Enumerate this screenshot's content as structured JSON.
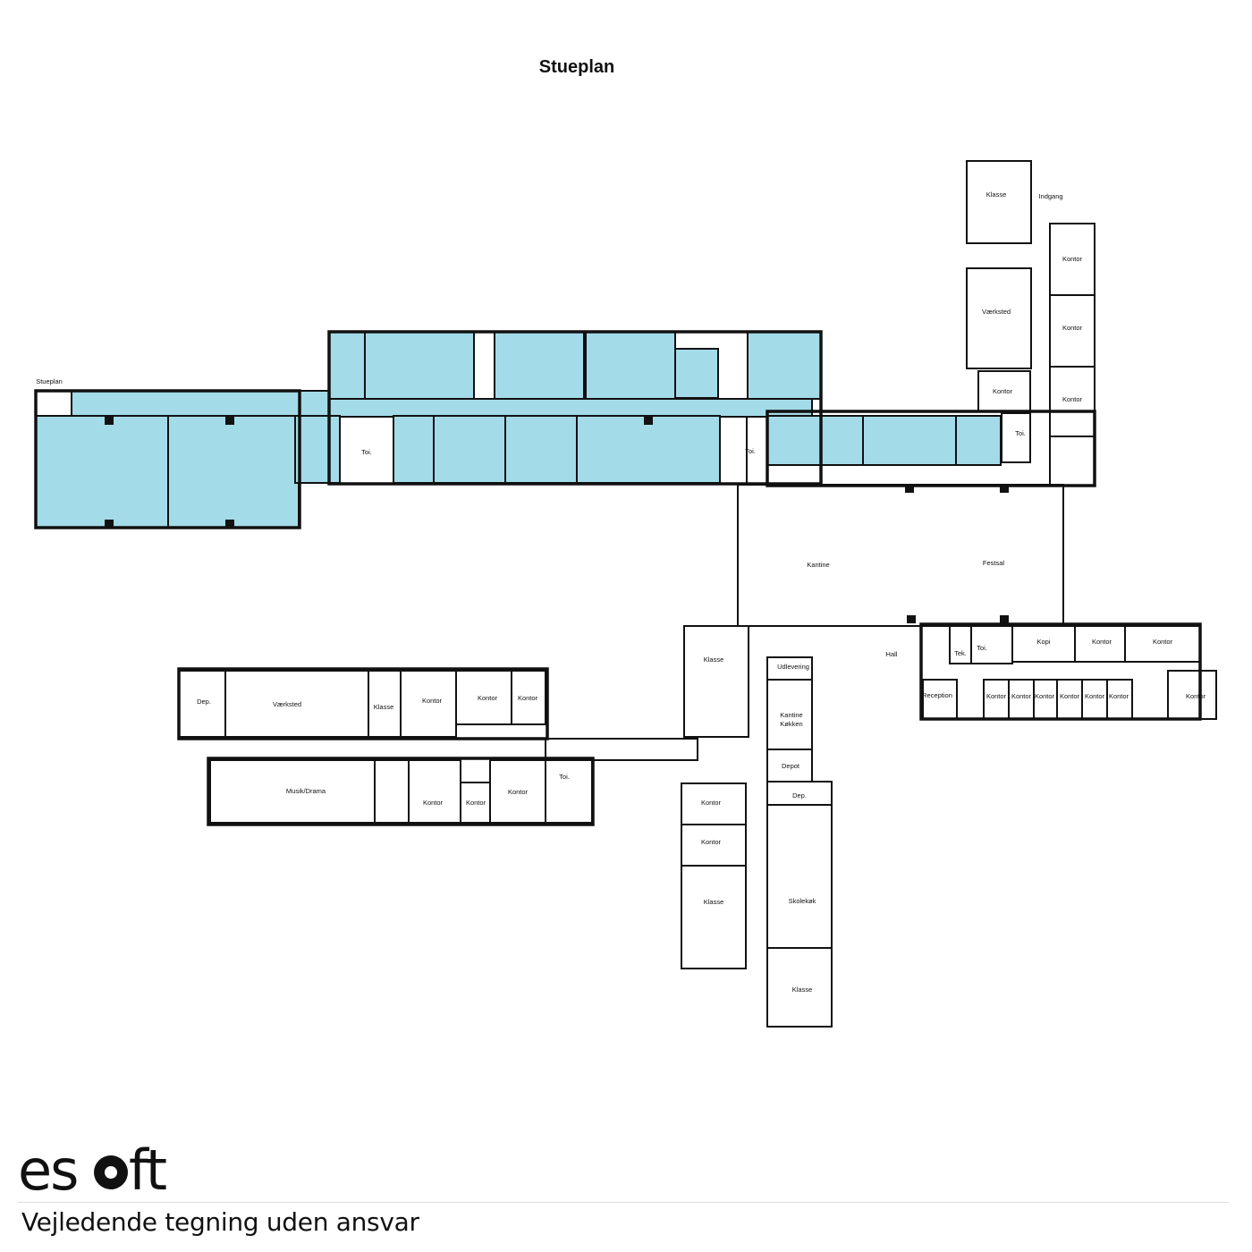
{
  "title": "Stueplan",
  "floor_label": "Stueplan",
  "colors": {
    "highlight": "#a4dbe8",
    "wall": "#111111"
  },
  "rooms": [
    "Klasse",
    "Indgang",
    "Kontor",
    "Værksted",
    "Kontor",
    "Kontor",
    "Kontor",
    "Toi.",
    "Toi.",
    "Toi.",
    "Kantine",
    "Festsal",
    "Hall",
    "Klasse",
    "Udlevering",
    "Tek.",
    "Toi.",
    "Kopi",
    "Kontor",
    "Kontor",
    "Reception",
    "Kontor",
    "Kontor",
    "Kontor",
    "Kontor",
    "Kontor",
    "Kontor",
    "Kontor",
    "Dep.",
    "Værksted",
    "Klasse",
    "Kontor",
    "Kontor",
    "Kontor",
    "Kantine",
    "Køkken",
    "Depot",
    "Musik/Drama",
    "Kontor",
    "Kontor",
    "Kontor",
    "Toi.",
    "Dep.",
    "Kontor",
    "Kontor",
    "Klasse",
    "Skolekøk",
    "Klasse"
  ],
  "logo": "esoft",
  "disclaimer": "Vejledende tegning uden ansvar"
}
